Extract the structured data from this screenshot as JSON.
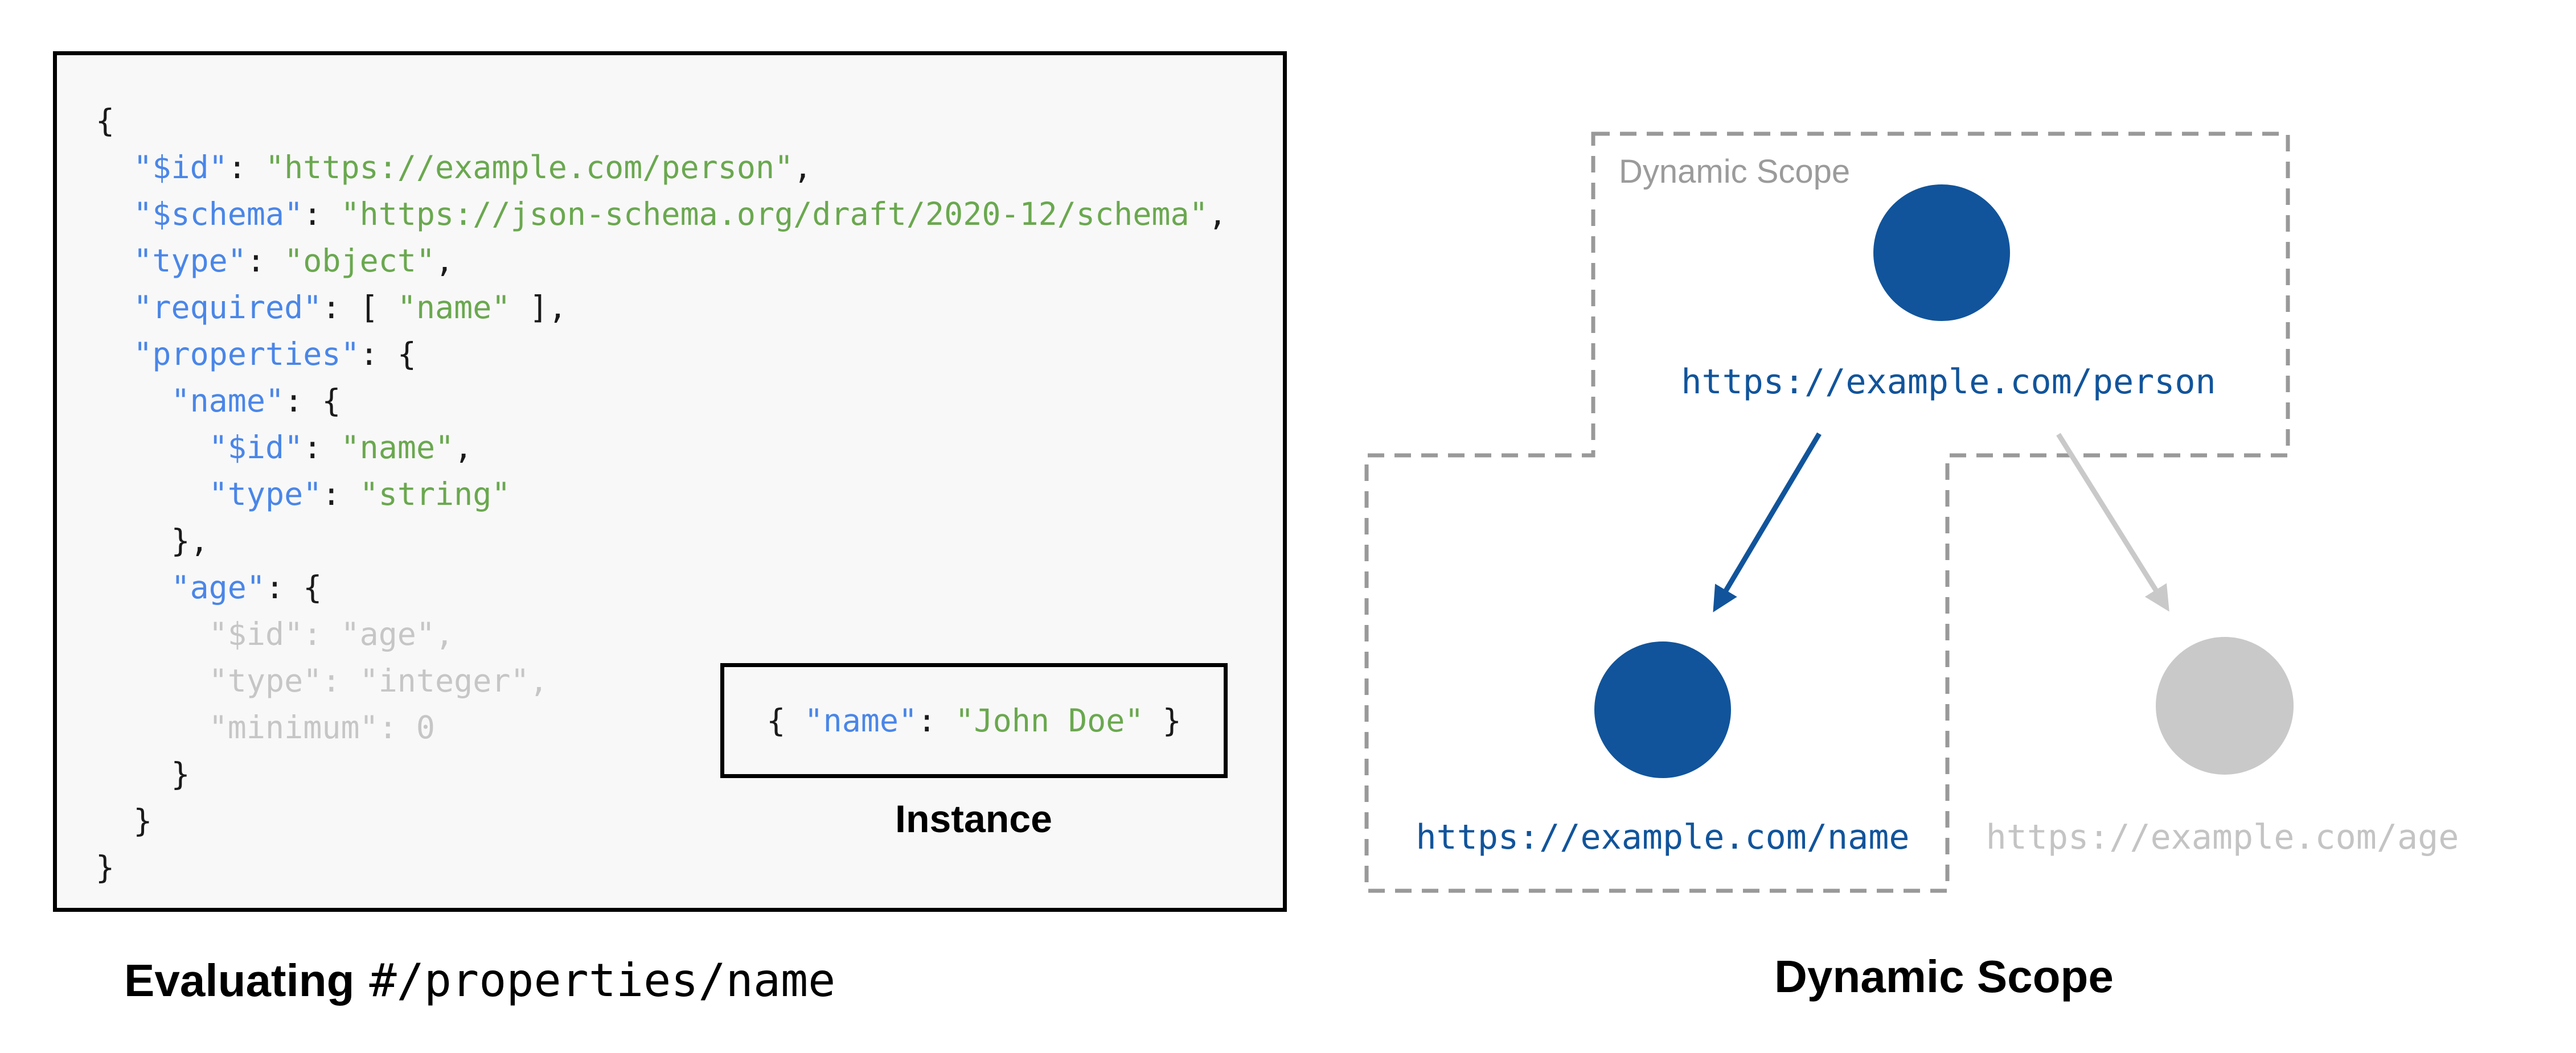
{
  "code_panel": {
    "lines": [
      [
        {
          "t": "{",
          "c": "p"
        }
      ],
      [
        {
          "t": "  ",
          "c": "p"
        },
        {
          "t": "\"$id\"",
          "c": "k"
        },
        {
          "t": ": ",
          "c": "p"
        },
        {
          "t": "\"https://example.com/person\"",
          "c": "s"
        },
        {
          "t": ",",
          "c": "p"
        }
      ],
      [
        {
          "t": "  ",
          "c": "p"
        },
        {
          "t": "\"$schema\"",
          "c": "k"
        },
        {
          "t": ": ",
          "c": "p"
        },
        {
          "t": "\"https://json-schema.org/draft/2020-12/schema\"",
          "c": "s"
        },
        {
          "t": ",",
          "c": "p"
        }
      ],
      [
        {
          "t": "  ",
          "c": "p"
        },
        {
          "t": "\"type\"",
          "c": "k"
        },
        {
          "t": ": ",
          "c": "p"
        },
        {
          "t": "\"object\"",
          "c": "s"
        },
        {
          "t": ",",
          "c": "p"
        }
      ],
      [
        {
          "t": "  ",
          "c": "p"
        },
        {
          "t": "\"required\"",
          "c": "k"
        },
        {
          "t": ": [ ",
          "c": "p"
        },
        {
          "t": "\"name\"",
          "c": "s"
        },
        {
          "t": " ],",
          "c": "p"
        }
      ],
      [
        {
          "t": "  ",
          "c": "p"
        },
        {
          "t": "\"properties\"",
          "c": "k"
        },
        {
          "t": ": {",
          "c": "p"
        }
      ],
      [
        {
          "t": "    ",
          "c": "p"
        },
        {
          "t": "\"name\"",
          "c": "k"
        },
        {
          "t": ": {",
          "c": "p"
        }
      ],
      [
        {
          "t": "      ",
          "c": "p"
        },
        {
          "t": "\"$id\"",
          "c": "k"
        },
        {
          "t": ": ",
          "c": "p"
        },
        {
          "t": "\"name\"",
          "c": "s"
        },
        {
          "t": ",",
          "c": "p"
        }
      ],
      [
        {
          "t": "      ",
          "c": "p"
        },
        {
          "t": "\"type\"",
          "c": "k"
        },
        {
          "t": ": ",
          "c": "p"
        },
        {
          "t": "\"string\"",
          "c": "s"
        }
      ],
      [
        {
          "t": "    },",
          "c": "p"
        }
      ],
      [
        {
          "t": "    ",
          "c": "p"
        },
        {
          "t": "\"age\"",
          "c": "k"
        },
        {
          "t": ": {",
          "c": "p"
        }
      ],
      [
        {
          "t": "      \"$id\": \"age\",",
          "c": "g"
        }
      ],
      [
        {
          "t": "      \"type\": \"integer\",",
          "c": "g"
        }
      ],
      [
        {
          "t": "      \"minimum\": 0",
          "c": "g"
        }
      ],
      [
        {
          "t": "    }",
          "c": "p"
        }
      ],
      [
        {
          "t": "  }",
          "c": "p"
        }
      ],
      [
        {
          "t": "}",
          "c": "p"
        }
      ]
    ],
    "caption_bold": "Evaluating",
    "caption_mono": "#/properties/name"
  },
  "instance": {
    "segments": [
      {
        "t": "{ ",
        "c": "p"
      },
      {
        "t": "\"name\"",
        "c": "k"
      },
      {
        "t": ": ",
        "c": "p"
      },
      {
        "t": "\"John Doe\"",
        "c": "s"
      },
      {
        "t": " }",
        "c": "p"
      }
    ],
    "label": "Instance"
  },
  "diagram": {
    "scope_label": "Dynamic Scope",
    "caption": "Dynamic Scope",
    "nodes": [
      {
        "id": "person",
        "label": "https://example.com/person",
        "state": "in-scope"
      },
      {
        "id": "name",
        "label": "https://example.com/name",
        "state": "in-scope"
      },
      {
        "id": "age",
        "label": "https://example.com/age",
        "state": "out-of-scope"
      }
    ]
  },
  "colors": {
    "key_blue": "#4a86e8",
    "string_green": "#6aa84f",
    "punctuation": "#1a1a1a",
    "dimmed_code": "#c6c6c6",
    "node_blue": "#11549b",
    "node_gray": "#c9c9c9",
    "outline_gray": "#999999",
    "dim_label_gray": "#c4c4c4",
    "scope_label_gray": "#9b9b9b",
    "code_panel_bg": "#f8f8f8"
  }
}
